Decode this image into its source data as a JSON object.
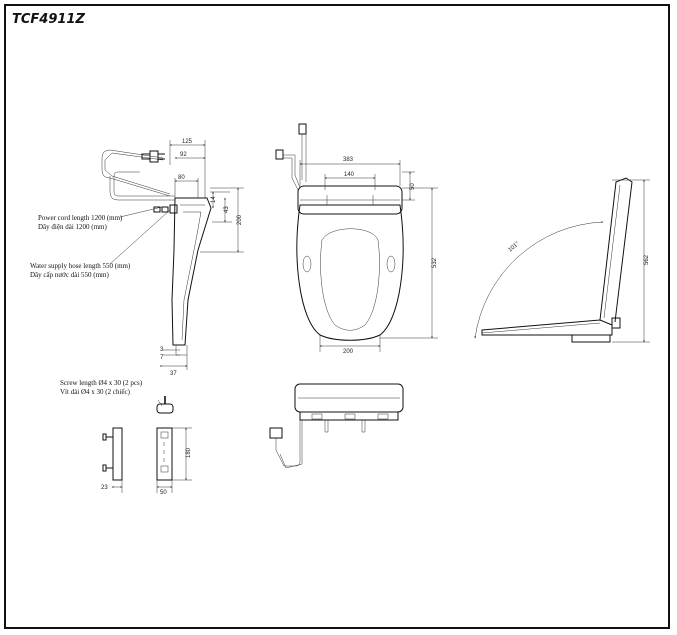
{
  "model_title": "TCF4911Z",
  "callouts": {
    "power_cord_en": "Power cord length 1200 (mm)",
    "power_cord_vi": "Dây điện dài 1200 (mm)",
    "water_hose_en": "Water supply hose length 550 (mm)",
    "water_hose_vi": "Dây cấp nước dài 550 (mm)",
    "screw_en": "Screw length Ø4 x 30 (2 pcs)",
    "screw_vi": "Vít dài Ø4 x 30 (2 chiếc)"
  },
  "dimensions": {
    "side": {
      "d125": "125",
      "d92": "92",
      "d80": "80",
      "d14": "14",
      "d43": "43",
      "d200": "200",
      "d3": "3",
      "d7": "7",
      "d37": "37"
    },
    "top": {
      "d383": "383",
      "d140": "140",
      "d50": "50",
      "d532": "532",
      "d200": "200"
    },
    "open": {
      "angle": "101°",
      "d562": "562"
    },
    "bracket": {
      "d180": "180",
      "d23": "23",
      "d50": "50"
    }
  }
}
